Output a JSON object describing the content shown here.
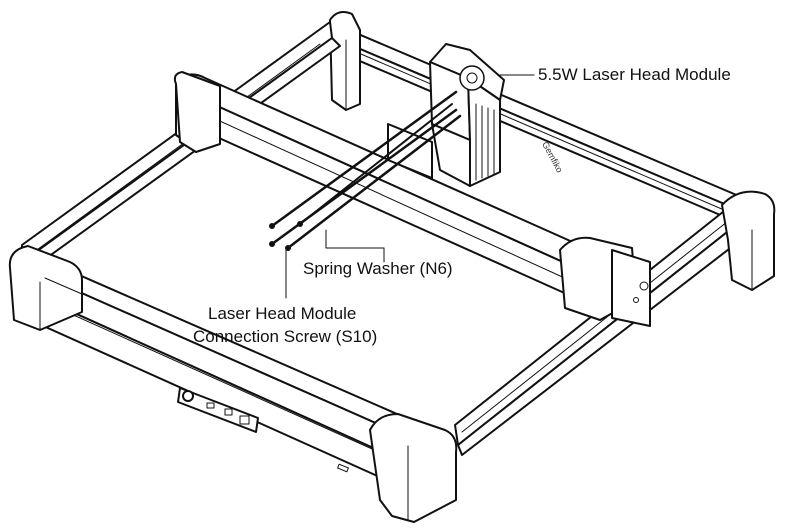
{
  "labels": {
    "laser_head": "5.5W Laser Head Module",
    "spring_washer": "Spring Washer (N6)",
    "screw_line1": "Laser Head Module",
    "screw_line2": "Connection Screw (S10)"
  },
  "frame_brand": "Gemfiko",
  "colors": {
    "line": "#111111",
    "fill": "#ffffff"
  }
}
